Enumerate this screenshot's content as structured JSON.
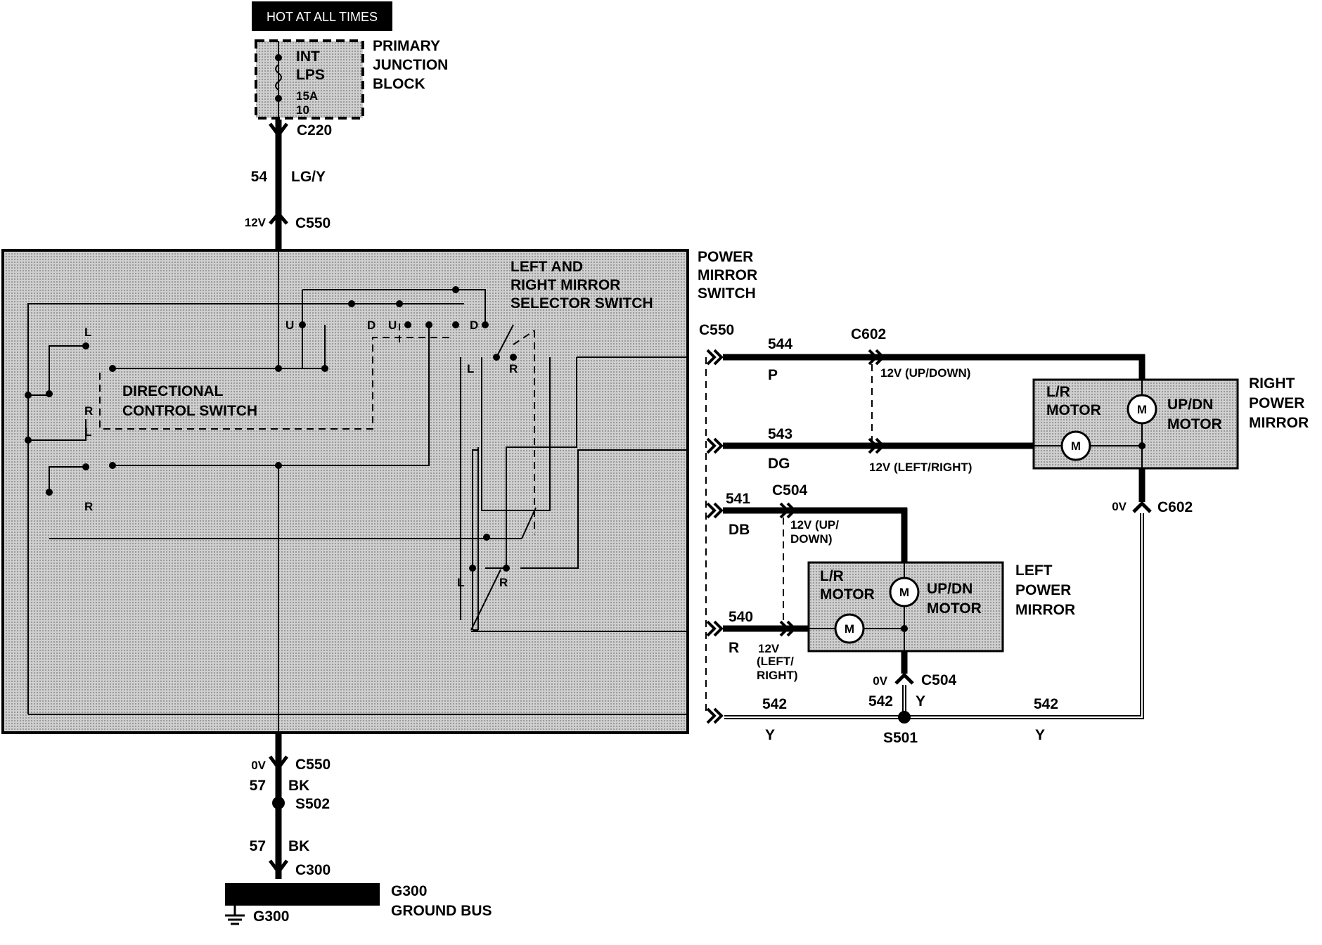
{
  "header": {
    "hot_label": "HOT AT ALL TIMES"
  },
  "fuse_block": {
    "name_lines": [
      "PRIMARY",
      "JUNCTION",
      "BLOCK"
    ],
    "fuse_lines": [
      "INT",
      "LPS",
      "15A",
      "10"
    ]
  },
  "connectors": {
    "c220": "C220",
    "c550_top": "C550",
    "c550_right": "C550",
    "c550_bottom": "C550",
    "c602_top": "C602",
    "c602_right": "C602",
    "c504_top": "C504",
    "c504_bottom": "C504",
    "c300": "C300"
  },
  "wires": {
    "w54": {
      "circuit": "54",
      "color": "LG/Y"
    },
    "w544": {
      "circuit": "544",
      "color": "P"
    },
    "w543": {
      "circuit": "543",
      "color": "DG"
    },
    "w541": {
      "circuit": "541",
      "color": "DB"
    },
    "w540": {
      "circuit": "540",
      "color": "R"
    },
    "w542_left": {
      "circuit": "542",
      "color": "Y"
    },
    "w542_mid": {
      "circuit": "542",
      "color": "Y"
    },
    "w542_right": {
      "circuit": "542",
      "color": "Y"
    },
    "w57_a": {
      "circuit": "57",
      "color": "BK"
    },
    "w57_b": {
      "circuit": "57",
      "color": "BK"
    }
  },
  "voltages": {
    "v_c550_top": "12V",
    "v_544": "12V (UP/DOWN)",
    "v_543": "12V (LEFT/RIGHT)",
    "v_541_lines": [
      "12V (UP/",
      "DOWN)"
    ],
    "v_540_lines": [
      "12V",
      "(LEFT/",
      "RIGHT)"
    ],
    "v_c602": "0V",
    "v_c504": "0V",
    "v_c550_bottom": "0V"
  },
  "switch": {
    "name_lines": [
      "POWER",
      "MIRROR",
      "SWITCH"
    ],
    "selector_lines": [
      "LEFT AND",
      "RIGHT MIRROR",
      "SELECTOR SWITCH"
    ],
    "directional_lines": [
      "DIRECTIONAL",
      "CONTROL SWITCH"
    ],
    "contact_labels": {
      "u": "U",
      "d": "D",
      "l": "L",
      "r": "R"
    }
  },
  "right_mirror": {
    "name_lines": [
      "RIGHT",
      "POWER",
      "MIRROR"
    ],
    "lr_motor_lines": [
      "L/R",
      "MOTOR"
    ],
    "updn_motor_lines": [
      "UP/DN",
      "MOTOR"
    ],
    "motor_symbol": "M"
  },
  "left_mirror": {
    "name_lines": [
      "LEFT",
      "POWER",
      "MIRROR"
    ],
    "lr_motor_lines": [
      "L/R",
      "MOTOR"
    ],
    "updn_motor_lines": [
      "UP/DN",
      "MOTOR"
    ],
    "motor_symbol": "M"
  },
  "splices": {
    "s501": "S501",
    "s502": "S502"
  },
  "ground": {
    "g300_top": "G300",
    "g300_bottom": "G300",
    "bus_label": "GROUND BUS"
  }
}
